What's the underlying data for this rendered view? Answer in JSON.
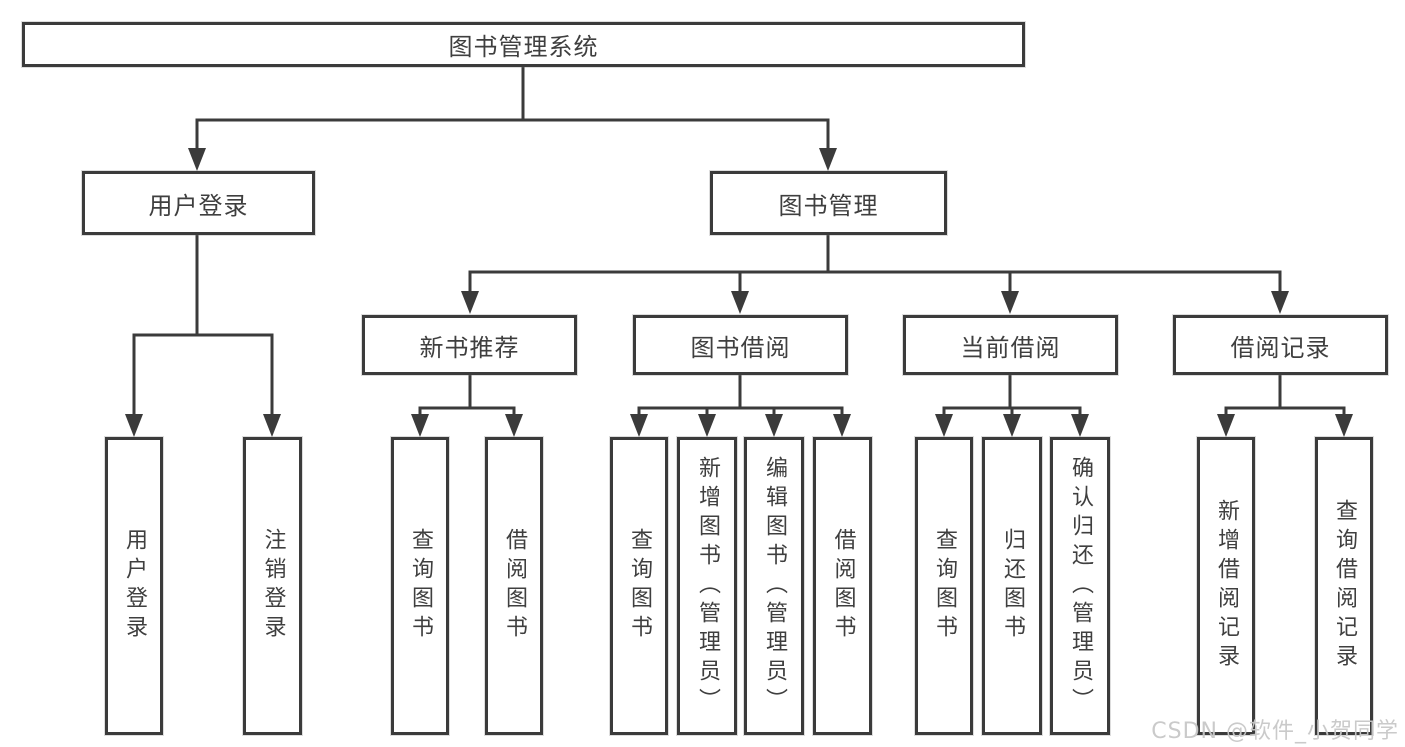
{
  "diagram_title": "图书管理系统",
  "nodes": {
    "root": "图书管理系统",
    "user_login": "用户登录",
    "book_mgmt": "图书管理",
    "new_book_rec": "新书推荐",
    "book_borrow": "图书借阅",
    "current_borrow": "当前借阅",
    "borrow_record": "借阅记录",
    "ul_user_login": "用户登录",
    "ul_logout": "注销登录",
    "rec_query_book": "查询图书",
    "rec_borrow_book": "借阅图书",
    "bb_query_book": "查询图书",
    "bb_add_book": "新增图书（管理员）",
    "bb_edit_book": "编辑图书（管理员）",
    "bb_borrow_book": "借阅图书",
    "cb_query_book": "查询图书",
    "cb_return_book": "归还图书",
    "cb_confirm_return": "确认归还（管理员）",
    "br_add_record": "新增借阅记录",
    "br_query_record": "查询借阅记录"
  },
  "hierarchy": {
    "图书管理系统": {
      "用户登录": [
        "用户登录",
        "注销登录"
      ],
      "图书管理": {
        "新书推荐": [
          "查询图书",
          "借阅图书"
        ],
        "图书借阅": [
          "查询图书",
          "新增图书（管理员）",
          "编辑图书（管理员）",
          "借阅图书"
        ],
        "当前借阅": [
          "查询图书",
          "归还图书",
          "确认归还（管理员）"
        ],
        "借阅记录": [
          "新增借阅记录",
          "查询借阅记录"
        ]
      }
    }
  },
  "watermark": "CSDN @软件_小贺同学",
  "colors": {
    "line": "#3b3b3b",
    "box_border": "#3b3b3b",
    "box_fill": "#ffffff",
    "text": "#3f3f3f",
    "background": "#ffffff",
    "watermark": "#c8c8c8"
  }
}
